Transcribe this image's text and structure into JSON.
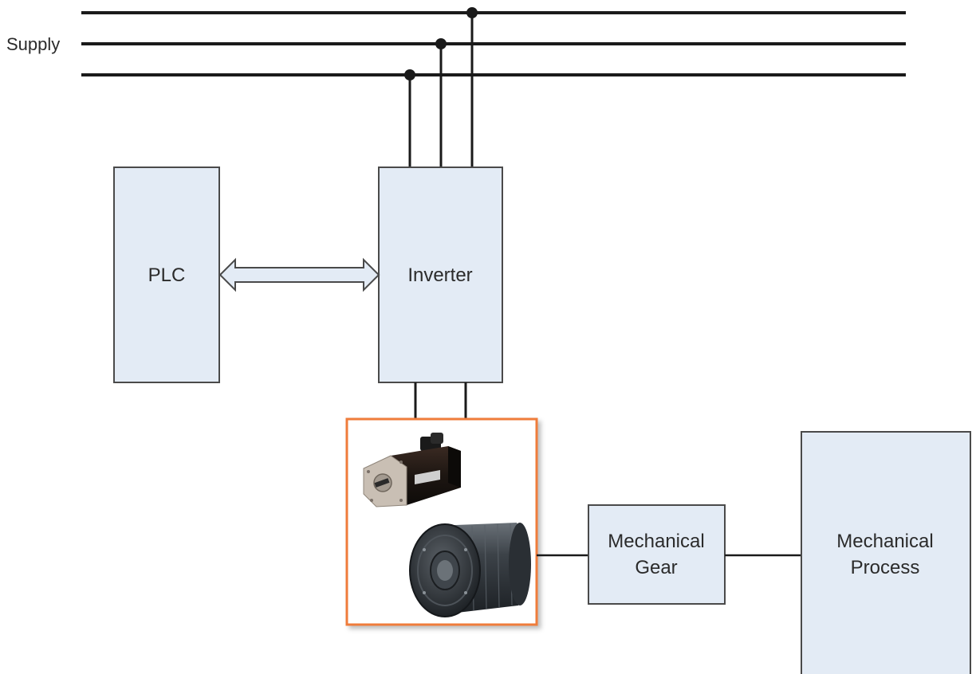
{
  "supply": {
    "label": "Supply",
    "phase_count": 3
  },
  "blocks": {
    "plc": {
      "label": "PLC"
    },
    "inverter": {
      "label": "Inverter"
    },
    "gear": {
      "line1": "Mechanical",
      "line2": "Gear"
    },
    "process": {
      "line1": "Mechanical",
      "line2": "Process"
    }
  },
  "motors": {
    "items": [
      "servo-motor-icon",
      "direct-drive-motor-icon"
    ]
  },
  "colors": {
    "block_fill": "#e3ebf5",
    "block_stroke": "#4a4a4a",
    "line": "#1a1a1a",
    "motor_frame": "#ef7b3a",
    "arrow_fill": "#e3ebf5"
  }
}
